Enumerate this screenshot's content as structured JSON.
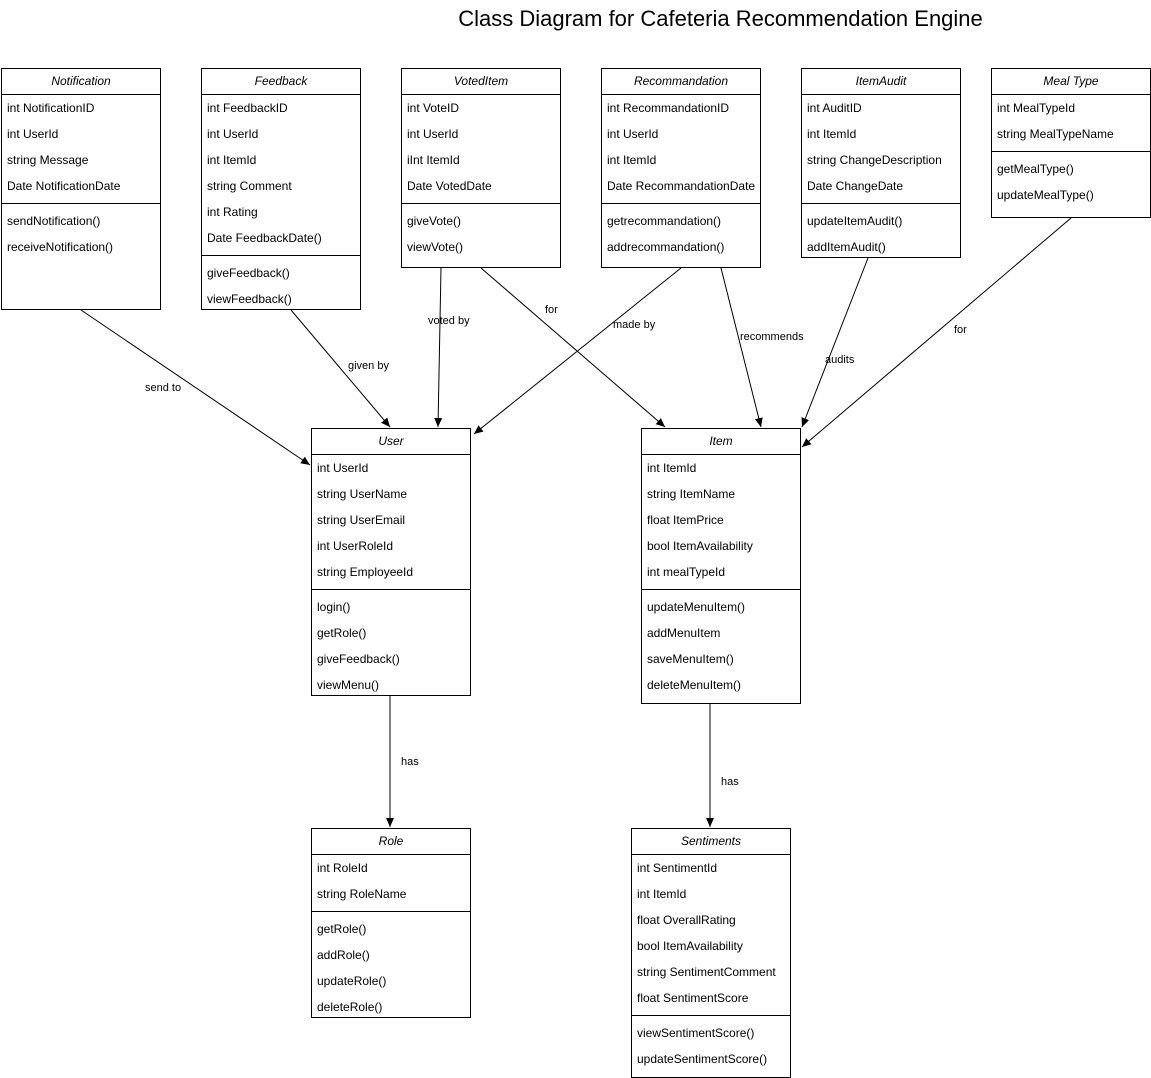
{
  "title": "Class Diagram for Cafeteria Recommendation Engine",
  "classes": {
    "notification": {
      "name": "Notification",
      "attributes": [
        "int NotificationID",
        "int UserId",
        "string Message",
        "Date NotificationDate"
      ],
      "methods": [
        "sendNotification()",
        "receiveNotification()"
      ]
    },
    "feedback": {
      "name": "Feedback",
      "attributes": [
        "int FeedbackID",
        "int UserId",
        "int ItemId",
        "string Comment",
        "int Rating",
        "Date FeedbackDate()"
      ],
      "methods": [
        "giveFeedback()",
        "viewFeedback()"
      ]
    },
    "voteditem": {
      "name": "VotedItem",
      "attributes": [
        "int VoteID",
        "int UserId",
        "iInt ItemId",
        "Date VotedDate"
      ],
      "methods": [
        "giveVote()",
        "viewVote()"
      ]
    },
    "recommandation": {
      "name": "Recommandation",
      "attributes": [
        "int RecommandationID",
        "int UserId",
        "int ItemId",
        "Date RecommandationDate"
      ],
      "methods": [
        "getrecommandation()",
        "addrecommandation()"
      ]
    },
    "itemaudit": {
      "name": "ItemAudit",
      "attributes": [
        "int AuditID",
        "int ItemId",
        "string ChangeDescription",
        "Date ChangeDate"
      ],
      "methods": [
        "updateItemAudit()",
        "addItemAudit()"
      ]
    },
    "mealtype": {
      "name": "Meal Type",
      "attributes": [
        "int MealTypeId",
        "string MealTypeName"
      ],
      "methods": [
        "getMealType()",
        "updateMealType()"
      ]
    },
    "user": {
      "name": "User",
      "attributes": [
        "int UserId",
        "string UserName",
        "string UserEmail",
        "int UserRoleId",
        "string EmployeeId"
      ],
      "methods": [
        "login()",
        "getRole()",
        "giveFeedback()",
        "viewMenu()"
      ]
    },
    "item": {
      "name": "Item",
      "attributes": [
        "int ItemId",
        "string ItemName",
        "float ItemPrice",
        "bool ItemAvailability",
        "int mealTypeId"
      ],
      "methods": [
        "updateMenuItem()",
        "addMenuItem",
        "saveMenuItem()",
        "deleteMenuItem()"
      ]
    },
    "role": {
      "name": "Role",
      "attributes": [
        "int RoleId",
        "string RoleName"
      ],
      "methods": [
        "getRole()",
        "addRole()",
        "updateRole()",
        "deleteRole()"
      ]
    },
    "sentiments": {
      "name": "Sentiments",
      "attributes": [
        "int SentimentId",
        "int ItemId",
        "float OverallRating",
        "bool ItemAvailability",
        "string SentimentComment",
        "float SentimentScore"
      ],
      "methods": [
        "viewSentimentScore()",
        "updateSentimentScore()"
      ]
    }
  },
  "relations": [
    {
      "id": "notification-user",
      "label": "send to"
    },
    {
      "id": "feedback-user",
      "label": "given by"
    },
    {
      "id": "voteditem-user",
      "label": "voted by"
    },
    {
      "id": "voteditem-item",
      "label": "for"
    },
    {
      "id": "recommandation-user",
      "label": "made by"
    },
    {
      "id": "recommandation-item",
      "label": "recommends"
    },
    {
      "id": "itemaudit-item",
      "label": "audits"
    },
    {
      "id": "mealtype-item",
      "label": "for"
    },
    {
      "id": "user-role",
      "label": "has"
    },
    {
      "id": "item-sentiments",
      "label": "has"
    }
  ]
}
